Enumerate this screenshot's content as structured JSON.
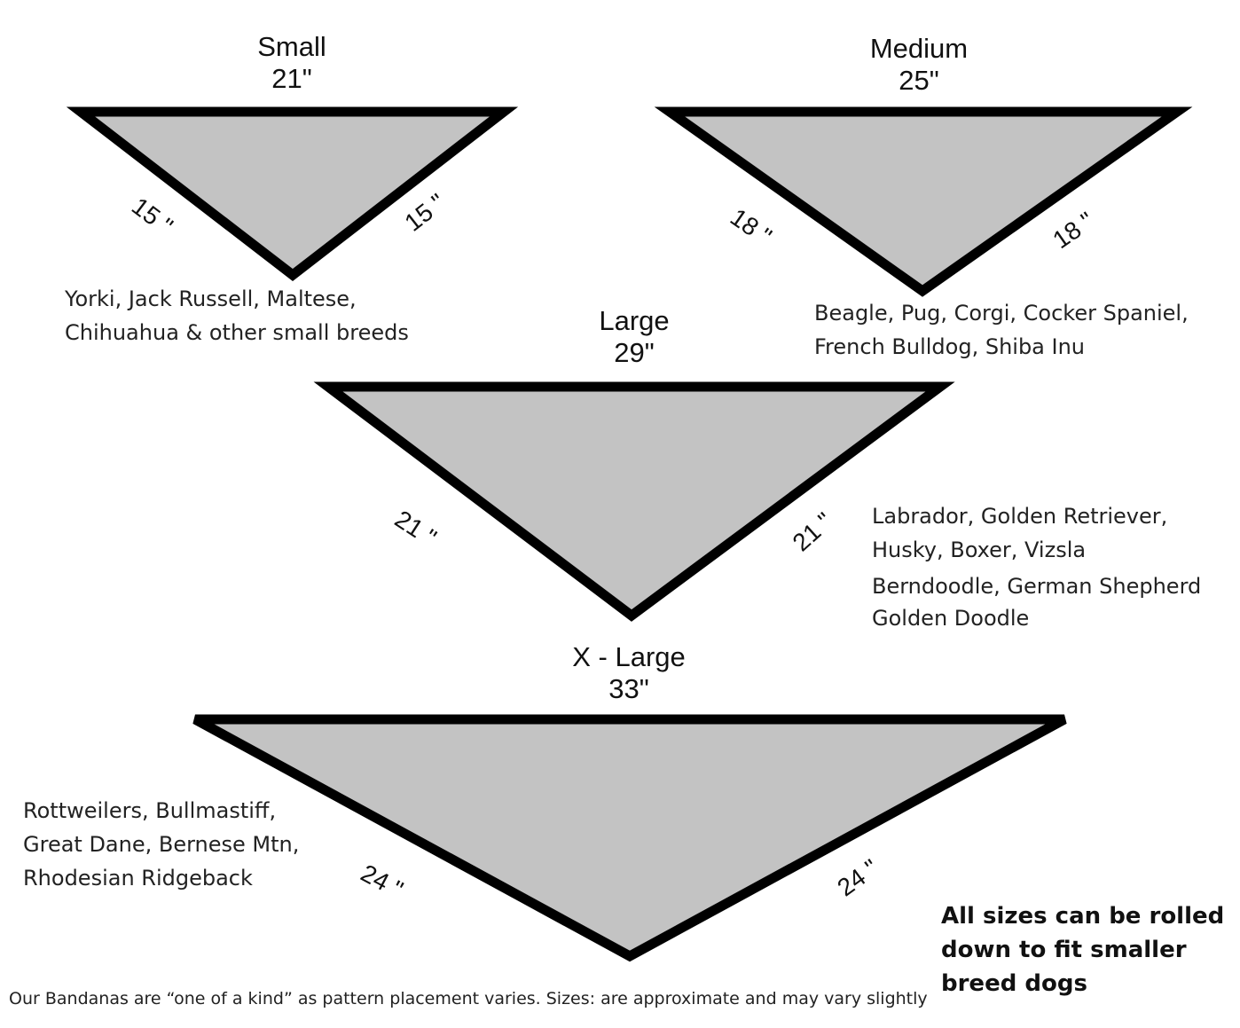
{
  "sizes": {
    "small": {
      "name": "Small",
      "width": "21\"",
      "left_side": "15 \"",
      "right_side": "15 \"",
      "breeds": [
        "Yorki, Jack Russell, Maltese,",
        "Chihuahua & other small breeds"
      ]
    },
    "medium": {
      "name": "Medium",
      "width": "25\"",
      "left_side": "18 \"",
      "right_side": "18 \"",
      "breeds": [
        "Beagle, Pug, Corgi, Cocker Spaniel,",
        "French Bulldog, Shiba Inu"
      ]
    },
    "large": {
      "name": "Large",
      "width": "29\"",
      "left_side": "21 \"",
      "right_side": "21 \"",
      "breeds": [
        "Labrador, Golden Retriever,",
        "Husky, Boxer, Vizsla",
        "Berndoodle, German Shepherd",
        "Golden Doodle"
      ]
    },
    "xlarge": {
      "name": "X - Large",
      "width": "33\"",
      "left_side": "24 \"",
      "right_side": "24 \"",
      "breeds": [
        "Rottweilers, Bullmastiff,",
        "Great Dane, Bernese Mtn,",
        "Rhodesian Ridgeback"
      ]
    }
  },
  "note": [
    "All sizes can be rolled",
    "down to fit smaller",
    "breed dogs"
  ],
  "footer": "Our Bandanas are “one of a kind” as pattern placement varies. Sizes: are approximate and may vary slightly",
  "colors": {
    "fill": "#c3c3c3",
    "stroke": "#000000"
  }
}
